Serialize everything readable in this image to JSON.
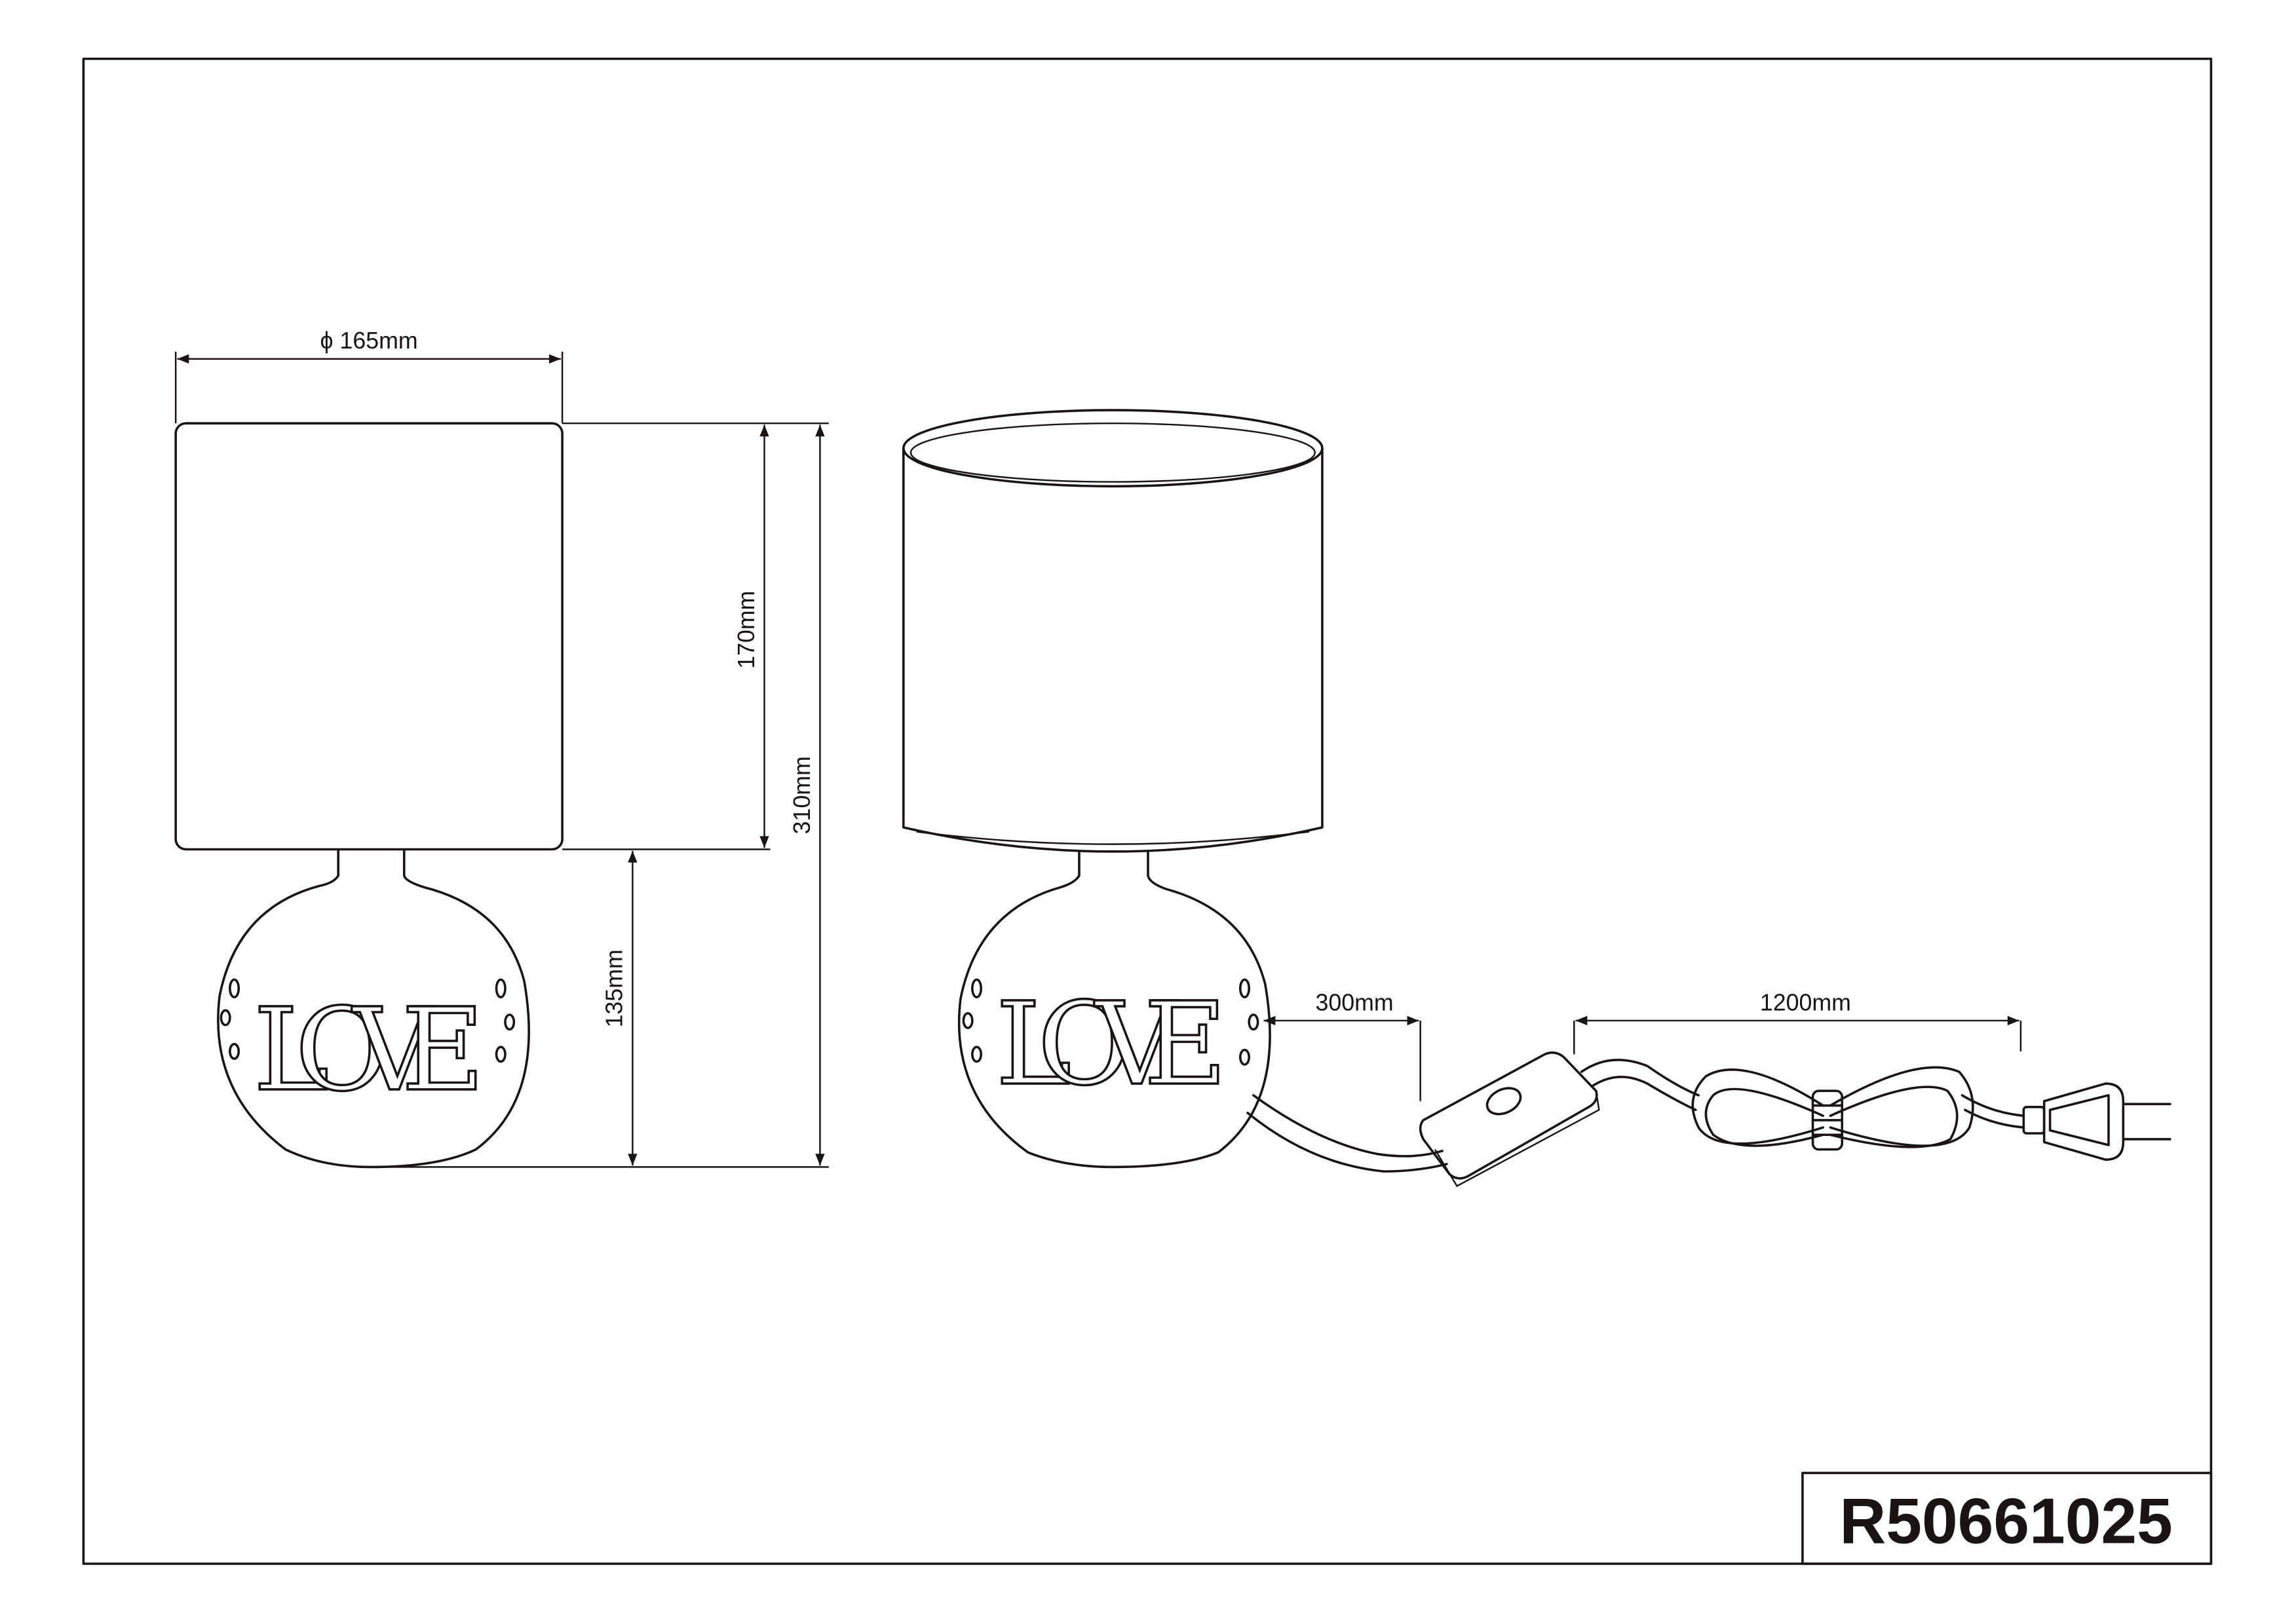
{
  "drawing": {
    "product_code": "R50661025",
    "decor_text": "LOVE",
    "dimensions": {
      "shade_diameter": "ϕ 165mm",
      "shade_height": "170mm",
      "total_height": "310mm",
      "base_height": "135mm",
      "cord_to_switch": "300mm",
      "cord_to_plug": "1200mm"
    },
    "line_color": "#1a1414"
  }
}
